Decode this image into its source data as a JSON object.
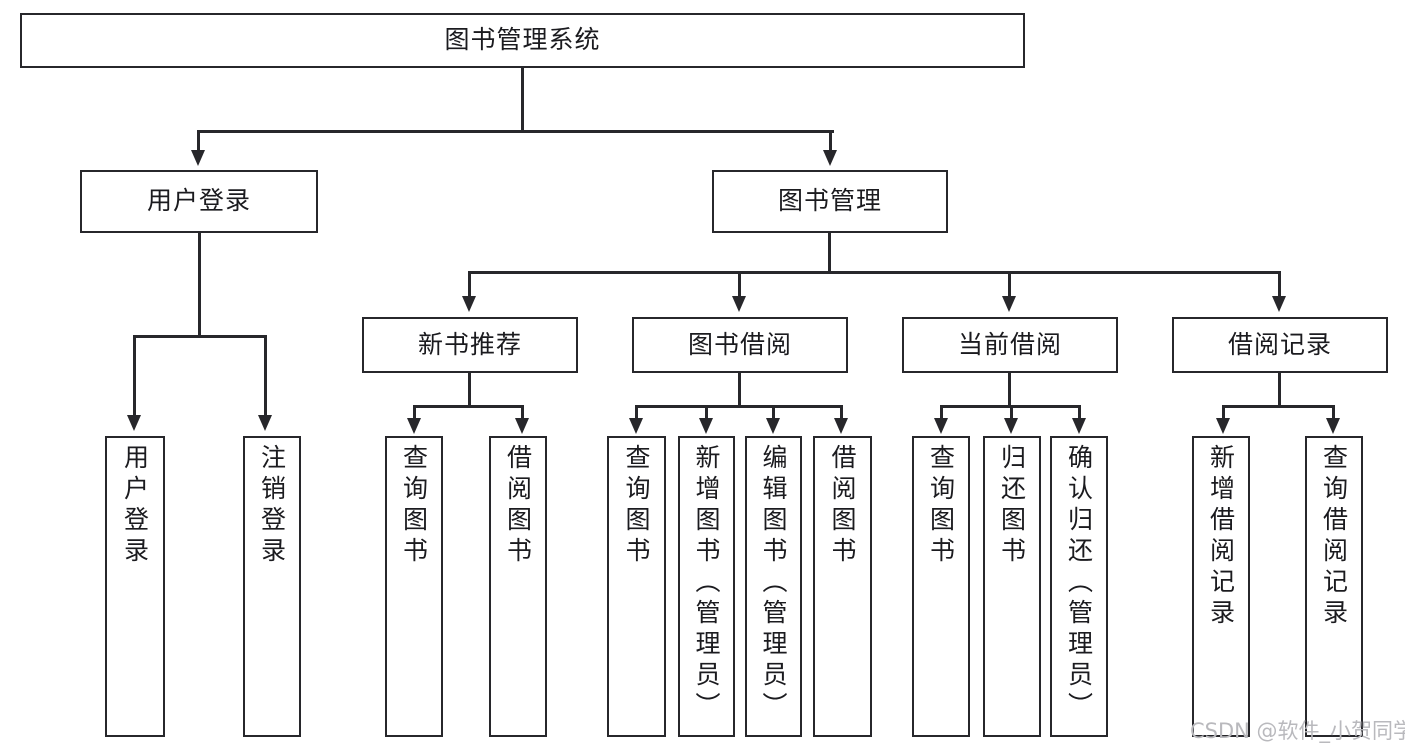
{
  "diagram": {
    "title": "图书管理系统",
    "watermark": "CSDN @软件_小贺同学",
    "line_color": "#27272b",
    "background_color": "#ffffff",
    "watermark_color": "#b9b9bd"
  },
  "nodes": {
    "root": {
      "label": "图书管理系统"
    },
    "level2": [
      {
        "id": "user-login",
        "label": "用户登录"
      },
      {
        "id": "book-manage",
        "label": "图书管理"
      }
    ],
    "level3": [
      {
        "id": "new-book-recommend",
        "label": "新书推荐"
      },
      {
        "id": "book-borrow",
        "label": "图书借阅"
      },
      {
        "id": "current-borrow",
        "label": "当前借阅"
      },
      {
        "id": "borrow-record",
        "label": "借阅记录"
      }
    ],
    "leaves": {
      "user_login": [
        {
          "id": "leaf-user-login",
          "label": "用户登录"
        },
        {
          "id": "leaf-logout-login",
          "label": "注销登录"
        }
      ],
      "new_book_recommend": [
        {
          "id": "leaf-query-book-1",
          "label": "查询图书"
        },
        {
          "id": "leaf-borrow-book-1",
          "label": "借阅图书"
        }
      ],
      "book_borrow": [
        {
          "id": "leaf-query-book-2",
          "label": "查询图书"
        },
        {
          "id": "leaf-add-book-admin",
          "label": "新增图书（管理员）"
        },
        {
          "id": "leaf-edit-book-admin",
          "label": "编辑图书（管理员）"
        },
        {
          "id": "leaf-borrow-book-2",
          "label": "借阅图书"
        }
      ],
      "current_borrow": [
        {
          "id": "leaf-query-book-3",
          "label": "查询图书"
        },
        {
          "id": "leaf-return-book",
          "label": "归还图书"
        },
        {
          "id": "leaf-confirm-return-admin",
          "label": "确认归还（管理员）"
        }
      ],
      "borrow_record": [
        {
          "id": "leaf-add-borrow-record",
          "label": "新增借阅记录"
        },
        {
          "id": "leaf-query-borrow-record",
          "label": "查询借阅记录"
        }
      ]
    }
  }
}
